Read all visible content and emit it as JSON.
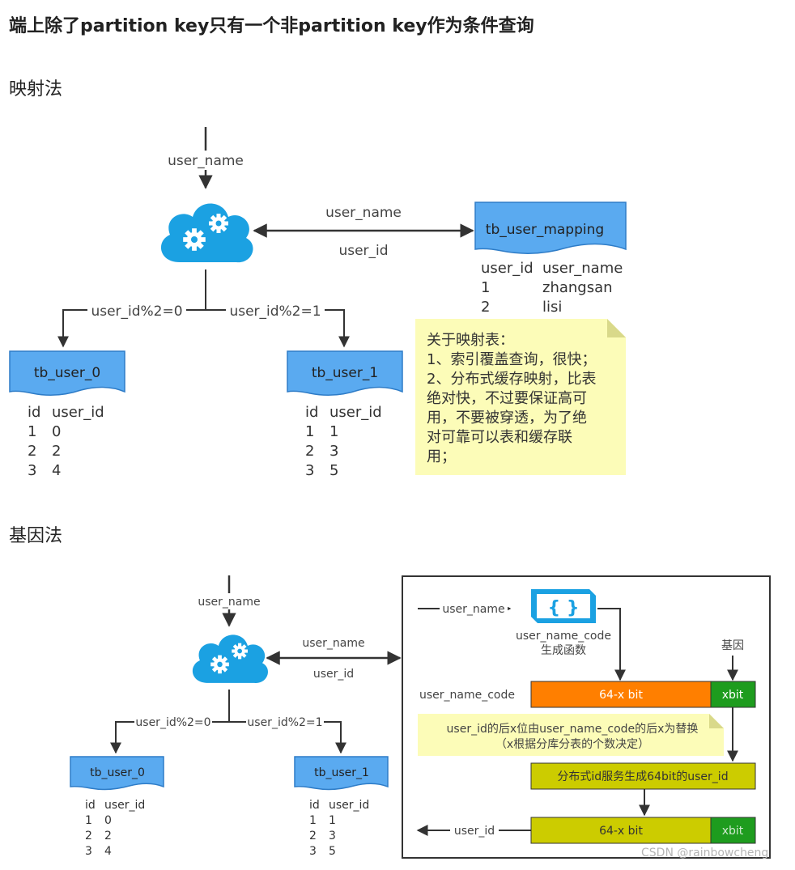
{
  "heading": "端上除了partition key只有一个非partition key作为条件查询",
  "mapping": {
    "section_title": "映射法",
    "input_label": "user_name",
    "arrow_top_label": "user_name",
    "arrow_bottom_label": "user_id",
    "branch_left_label": "user_id%2=0",
    "branch_right_label": "user_id%2=1",
    "mapping_table": {
      "name": "tb_user_mapping",
      "headers": [
        "user_id",
        "user_name"
      ],
      "rows": [
        [
          "1",
          "zhangsan"
        ],
        [
          "2",
          "lisi"
        ]
      ]
    },
    "table_0": {
      "name": "tb_user_0",
      "headers": [
        "id",
        "user_id"
      ],
      "rows": [
        [
          "1",
          "0"
        ],
        [
          "2",
          "2"
        ],
        [
          "3",
          "4"
        ]
      ]
    },
    "table_1": {
      "name": "tb_user_1",
      "headers": [
        "id",
        "user_id"
      ],
      "rows": [
        [
          "1",
          "1"
        ],
        [
          "2",
          "3"
        ],
        [
          "3",
          "5"
        ]
      ]
    },
    "note_lines": [
      "关于映射表：",
      "1、索引覆盖查询，很快；",
      "2、分布式缓存映射，比表",
      "绝对快，不过要保证高可",
      "用，不要被穿透，为了绝",
      "对可靠可以表和缓存联",
      "用；"
    ]
  },
  "gene": {
    "section_title": "基因法",
    "input_label": "user_name",
    "arrow_top_label": "user_name",
    "arrow_bottom_label": "user_id",
    "branch_left_label": "user_id%2=0",
    "branch_right_label": "user_id%2=1",
    "table_0": {
      "name": "tb_user_0",
      "headers": [
        "id",
        "user_id"
      ],
      "rows": [
        [
          "1",
          "0"
        ],
        [
          "2",
          "2"
        ],
        [
          "3",
          "4"
        ]
      ]
    },
    "table_1": {
      "name": "tb_user_1",
      "headers": [
        "id",
        "user_id"
      ],
      "rows": [
        [
          "1",
          "1"
        ],
        [
          "2",
          "3"
        ],
        [
          "3",
          "5"
        ]
      ]
    },
    "box": {
      "input_label": "user_name",
      "function_icon": "{ }",
      "function_label_1": "user_name_code",
      "function_label_2": "生成函数",
      "gene_label": "基因",
      "code_label": "user_name_code",
      "bar_top_main": "64-x bit",
      "bar_top_x": "xbit",
      "note_line_1": "user_id的后x位由user_name_code的后x为替换",
      "note_line_2": "（x根据分库分表的个数决定）",
      "service_bar": "分布式id服务生成64bit的user_id",
      "output_label": "user_id",
      "bar_bottom_main": "64-x bit",
      "bar_bottom_x": "xbit"
    }
  },
  "watermark": "CSDN @rainbowcheng",
  "colors": {
    "blue": "#5aaaf0",
    "blue_dark": "#2e7cc7",
    "note_yellow": "#fcfcb8",
    "orange": "#ff7f00",
    "green": "#1e9c1e",
    "olive": "#cccc00"
  }
}
